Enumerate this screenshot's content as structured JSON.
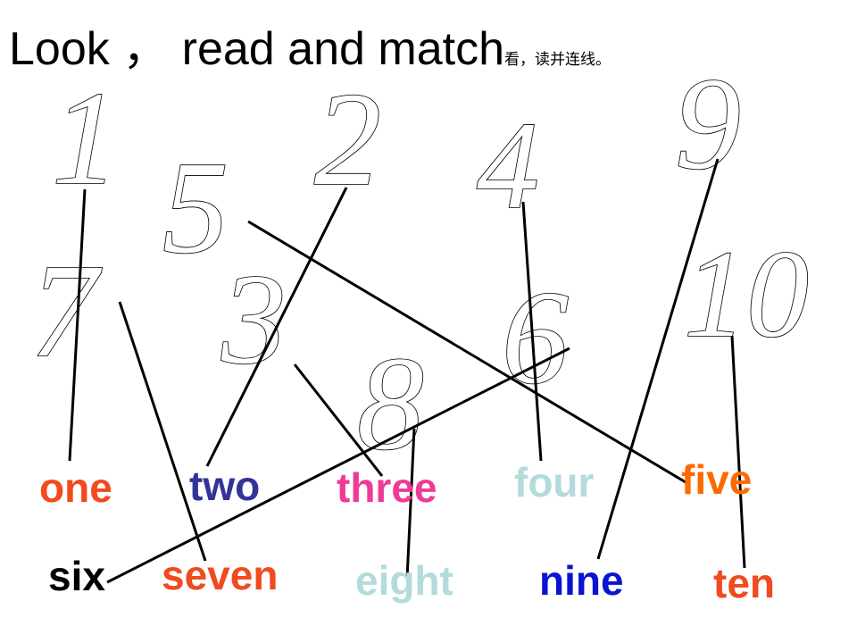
{
  "title": {
    "main": "Look ， read and match",
    "sub": "看，读并连线。"
  },
  "numerals": [
    "1",
    "2",
    "4",
    "9",
    "5",
    "10",
    "7",
    "3",
    "6",
    "8"
  ],
  "words": [
    "one",
    "two",
    "three",
    "four",
    "five",
    "six",
    "seven",
    "eight",
    "nine",
    "ten"
  ],
  "colors": {
    "one": "#f04a1e",
    "two": "#333399",
    "three": "#ee3c96",
    "four": "#b4dadc",
    "five": "#ff6a00",
    "six": "#000000",
    "seven": "#f04a1e",
    "eight": "#b4dadc",
    "nine": "#0a14d2",
    "ten": "#f04a1e",
    "lines": "#000000"
  }
}
